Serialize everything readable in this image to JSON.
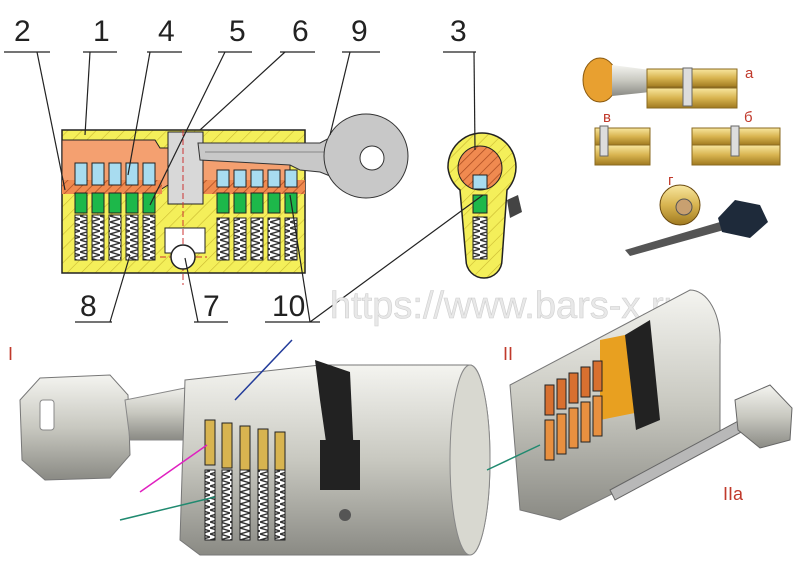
{
  "callouts": {
    "n1": "1",
    "n2": "2",
    "n3": "3",
    "n4": "4",
    "n5": "5",
    "n6": "6",
    "n7": "7",
    "n8": "8",
    "n9": "9",
    "n10": "10"
  },
  "variants": {
    "a": "а",
    "b": "б",
    "v": "в",
    "g": "г"
  },
  "photos": {
    "I": "I",
    "II": "II",
    "IIa": "IIa"
  },
  "watermark": "https://www.bars-x.ru",
  "colors": {
    "body": "#f4ef5a",
    "plug": "#f4a070",
    "pin_top": "#a8dcf0",
    "pin_bottom": "#1db84a",
    "key": "#c8c8c8",
    "brass": "#d8b450"
  }
}
